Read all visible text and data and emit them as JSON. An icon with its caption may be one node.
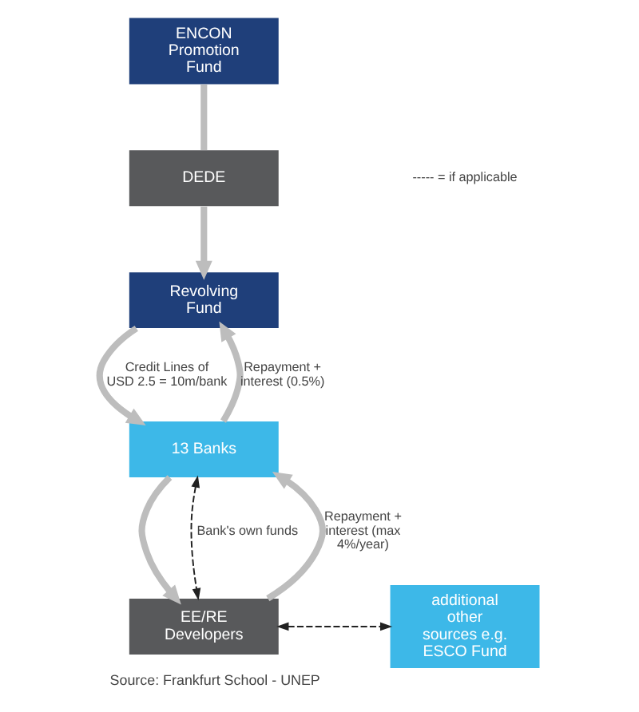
{
  "diagram": {
    "caption": "Source: Frankfurt School - UNEP",
    "nodes": [
      {
        "text": [
          "ENCON Promotion Fund"
        ]
      },
      {
        "text": [
          "DEDE"
        ]
      },
      {
        "text": [
          "Revolving Fund"
        ]
      },
      {
        "text": [
          "13 Banks"
        ]
      },
      {
        "text": [
          "EE/RE Developers"
        ]
      },
      {
        "text": [
          "additional other sources e.g. ESCO Fund"
        ]
      }
    ],
    "edges": [
      {
        "from": 0,
        "to": 1,
        "arrow": "none"
      },
      {
        "from": 1,
        "to": 2,
        "arrow": "to"
      },
      {
        "from": 2,
        "to": 3,
        "arrow": "to",
        "label": "Credit Lines of USD 2.5 = 10m/bank"
      },
      {
        "from": 3,
        "to": 2,
        "arrow": "to",
        "label": "Repayment + interest (0.5%)"
      },
      {
        "from": 3,
        "to": 4,
        "arrow": "to"
      },
      {
        "from": 4,
        "to": 3,
        "arrow": "to",
        "label": "Repayment + interest (max 4%/year)"
      },
      {
        "from": 3,
        "to": 4,
        "arrow": "both",
        "label": "Bank's own funds",
        "style": "dashed",
        "color": "#222222"
      },
      {
        "from": 4,
        "to": 5,
        "arrow": "both",
        "style": "dashed",
        "color": "#222222"
      }
    ],
    "labels": [
      "----- = if applicable"
    ]
  }
}
